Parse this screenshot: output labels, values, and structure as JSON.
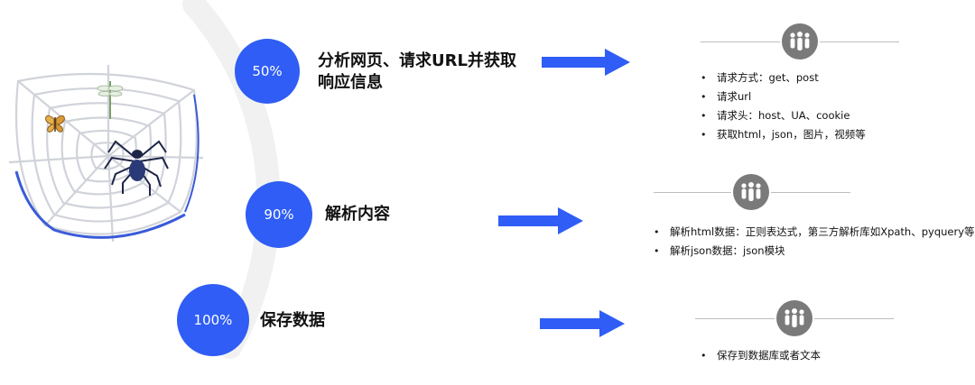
{
  "steps": [
    {
      "percent": "50%",
      "title_line1": "分析网页、请求URL并获取",
      "title_line2": "响应信息",
      "icon": "people-group-icon",
      "bullets": [
        "请求方式：get、post",
        "请求url",
        "请求头：host、UA、cookie",
        "获取html，json，图片，视频等"
      ]
    },
    {
      "percent": "90%",
      "title_line1": "解析内容",
      "icon": "people-group-icon",
      "bullets": [
        "解析html数据：正则表达式，第三方解析库如Xpath、pyquery等",
        "解析json数据：json模块"
      ]
    },
    {
      "percent": "100%",
      "title_line1": "保存数据",
      "icon": "people-group-icon",
      "bullets": [
        "保存到数据库或者文本"
      ]
    }
  ],
  "colors": {
    "accent": "#2f5df5",
    "icon_badge": "#7a7a7a",
    "arc": "#f0f0f0"
  }
}
